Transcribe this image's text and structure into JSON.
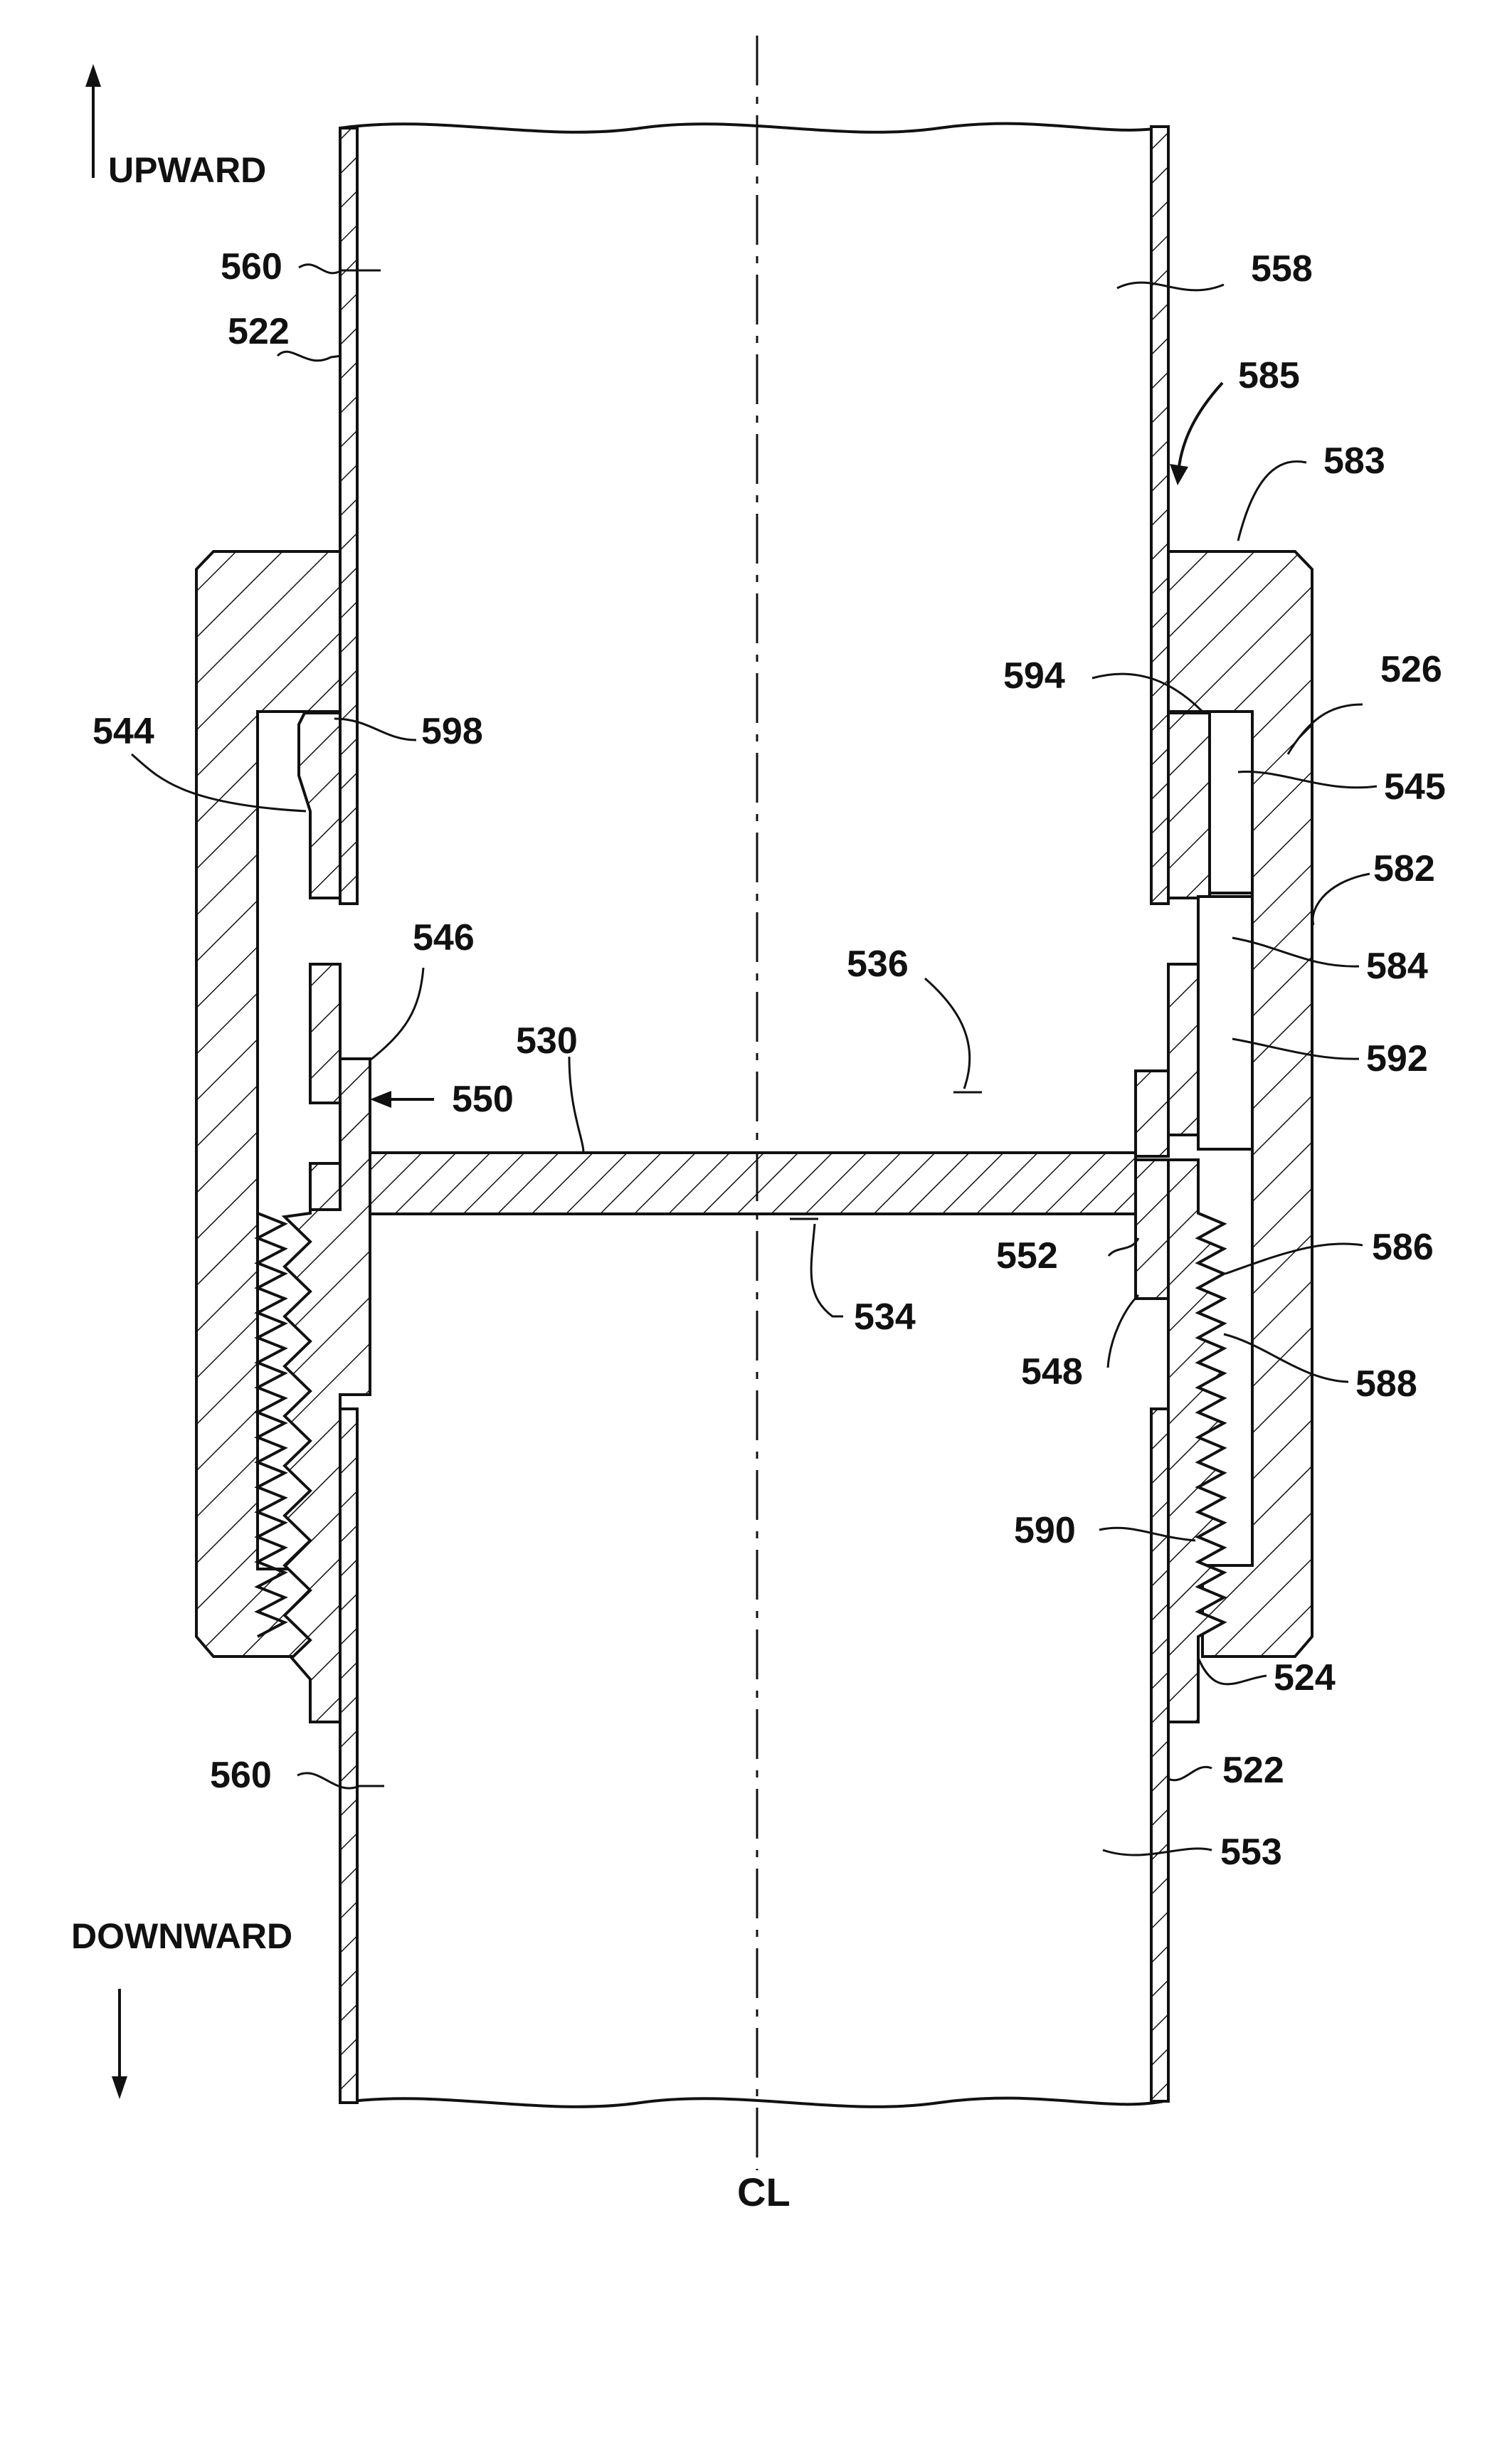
{
  "directions": {
    "upward": "UPWARD",
    "downward": "DOWNWARD"
  },
  "centerline": "CL",
  "labels": {
    "l560_top": "560",
    "l522_top": "522",
    "l558": "558",
    "l585": "585",
    "l583": "583",
    "l594": "594",
    "l526": "526",
    "l544": "544",
    "l598": "598",
    "l545": "545",
    "l582": "582",
    "l584": "584",
    "l546": "546",
    "l536": "536",
    "l530": "530",
    "l550": "550",
    "l592": "592",
    "l552": "552",
    "l586": "586",
    "l534": "534",
    "l548": "548",
    "l588": "588",
    "l590": "590",
    "l524": "524",
    "l560_bot": "560",
    "l522_bot": "522",
    "l553": "553"
  }
}
